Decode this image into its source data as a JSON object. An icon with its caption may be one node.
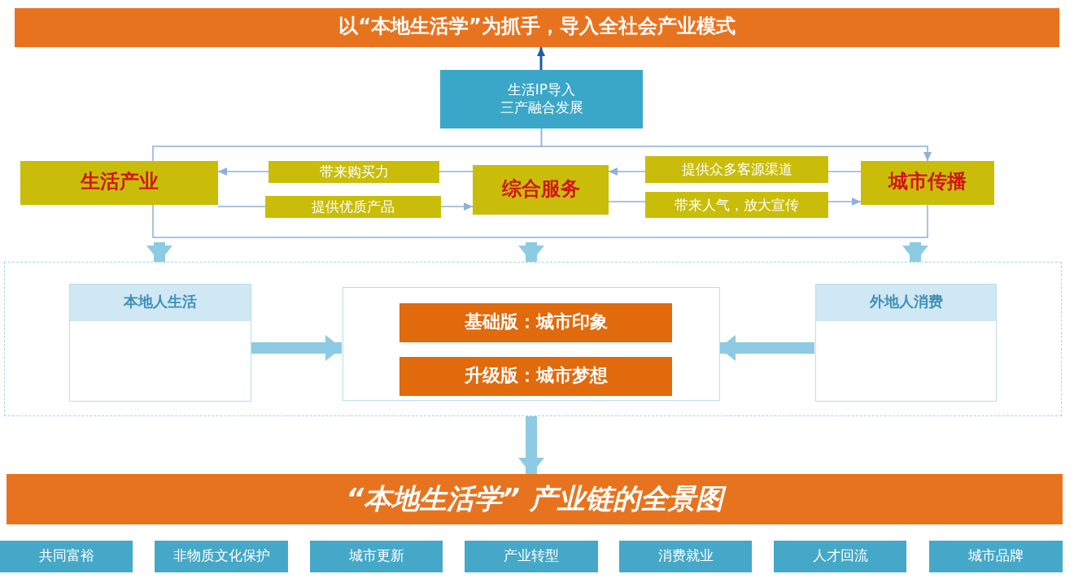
{
  "diagram": {
    "nodes": [
      {
        "text": [
          "以“本地生活学”为抓手，导入全社会产业模式"
        ]
      },
      {
        "text": [
          "生活IP导入",
          "三产融合发展"
        ]
      },
      {
        "text": [
          "生活产业"
        ]
      },
      {
        "text": [
          "综合服务"
        ]
      },
      {
        "text": [
          "城市传播"
        ]
      },
      {
        "text": [],
        "shape": "box"
      },
      {
        "text": [
          "本地人生活"
        ],
        "in": 5
      },
      {
        "text": [],
        "shape": "box",
        "in": 5
      },
      {
        "text": [
          "基础版：城市印象"
        ],
        "in": 7
      },
      {
        "text": [
          "升级版：城市梦想"
        ],
        "in": 7
      },
      {
        "text": [
          "外地人消费"
        ],
        "in": 5
      },
      {
        "text": [
          "“本地生活学” 产业链的全景图"
        ]
      },
      {
        "text": [
          "共同富裕"
        ]
      },
      {
        "text": [
          "非物质文化保护"
        ]
      },
      {
        "text": [
          "城市更新"
        ]
      },
      {
        "text": [
          "产业转型"
        ]
      },
      {
        "text": [
          "消费就业"
        ]
      },
      {
        "text": [
          "人才回流"
        ]
      },
      {
        "text": [
          "城市品牌"
        ]
      }
    ],
    "edges": [
      {
        "from": 1,
        "to": 0,
        "arrow": "to",
        "color": "#1f5f9f"
      },
      {
        "from": 1,
        "to": 4,
        "arrow": "to"
      },
      {
        "from": 1,
        "to": 2,
        "arrow": "none"
      },
      {
        "from": 3,
        "to": 2,
        "arrow": "to",
        "label": "带来购买力"
      },
      {
        "from": 2,
        "to": 3,
        "arrow": "to",
        "label": "提供优质产品"
      },
      {
        "from": 4,
        "to": 3,
        "arrow": "to",
        "label": "提供众多客源渠道"
      },
      {
        "from": 3,
        "to": 4,
        "arrow": "to",
        "label": "带来人气，放大宣传"
      },
      {
        "from": 2,
        "to": 4,
        "arrow": "none"
      },
      {
        "from": null,
        "to": 5,
        "arrow": "to",
        "style": "thick",
        "color": "#8ccbe3"
      },
      {
        "from": null,
        "to": 5,
        "arrow": "to",
        "style": "thick",
        "color": "#8ccbe3"
      },
      {
        "from": null,
        "to": 5,
        "arrow": "to",
        "style": "thick",
        "color": "#8ccbe3"
      },
      {
        "from": 6,
        "to": 7,
        "arrow": "to",
        "style": "thick",
        "color": "#8ccbe3"
      },
      {
        "from": 10,
        "to": 7,
        "arrow": "to",
        "style": "thick",
        "color": "#8ccbe3"
      },
      {
        "from": 5,
        "to": 11,
        "arrow": "to",
        "style": "thick",
        "color": "#8ccbe3"
      }
    ]
  }
}
